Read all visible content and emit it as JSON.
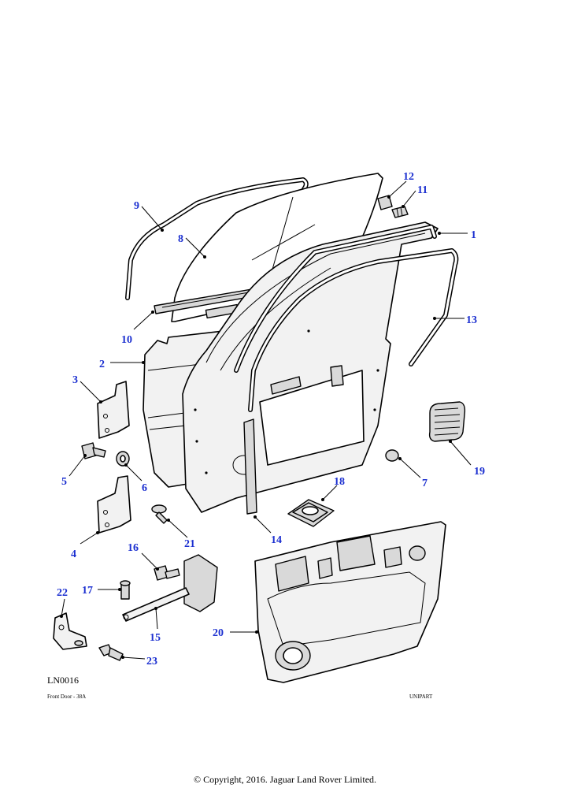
{
  "diagram": {
    "reference_code": "LN0016",
    "footer_left": "Front Door - 38A",
    "footer_right": "UNIPART",
    "copyright": "© Copyright, 2016. Jaguar Land Rover Limited.",
    "callouts": {
      "c1": "1",
      "c2": "2",
      "c3": "3",
      "c4": "4",
      "c5": "5",
      "c6": "6",
      "c7": "7",
      "c8": "8",
      "c9": "9",
      "c10": "10",
      "c11": "11",
      "c12": "12",
      "c13": "13",
      "c14": "14",
      "c15": "15",
      "c16": "16",
      "c17": "17",
      "c18": "18",
      "c19": "19",
      "c20": "20",
      "c21": "21",
      "c22": "22",
      "c23": "23"
    },
    "colors": {
      "callout": "#1b2fd0",
      "line": "#000000",
      "part_fill": "#f2f2f2"
    }
  }
}
